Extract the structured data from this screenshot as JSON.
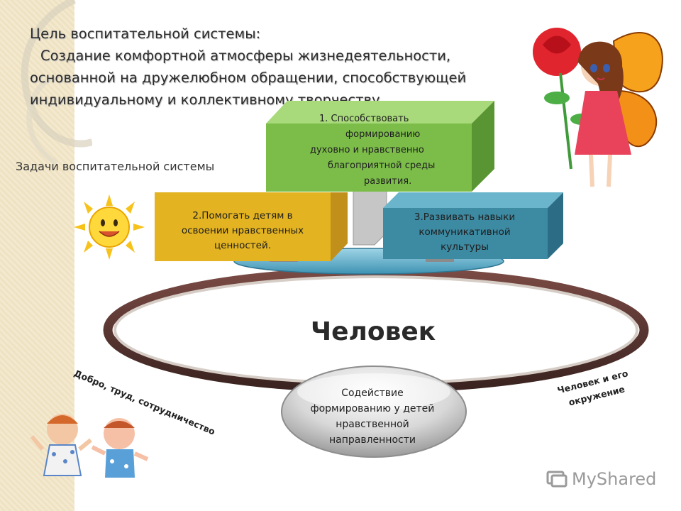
{
  "title": {
    "line1": "Цель воспитательной системы:",
    "line2": "Создание комфортной атмосферы жизнедеятельности,",
    "line3": "основанной на дружелюбном обращении, способствующей",
    "line4": "индивидуальному и коллективному творчеству"
  },
  "tasks_label": "Задачи воспитательной системы",
  "task1": {
    "l1": "1.       Способствовать",
    "l2": "формированию",
    "l3": "духовно и нравственно",
    "l4": "благоприятной среды",
    "l5": "развития.",
    "color": "#7cbd4a"
  },
  "task2": {
    "l1": "2.Помогать детям в",
    "l2": "освоении нравственных",
    "l3": "ценностей.",
    "color": "#e3b321"
  },
  "task3": {
    "l1": "3.Развивать навыки",
    "l2": "коммуникативной",
    "l3": "культуры",
    "color": "#3d8aa3"
  },
  "center_word": "Человек",
  "oval": {
    "l1": "Содействие",
    "l2": "формированию у детей",
    "l3": "нравственной",
    "l4": "направленности"
  },
  "left_arc_label": "Добро, труд, сотрудничество",
  "right_arc_label": {
    "l1": "Человек и его",
    "l2": "окружение"
  },
  "watermark": "MyShared",
  "icons": [
    "sun-icon",
    "fairy-illustration",
    "children-illustration",
    "myshared-logo-icon"
  ]
}
